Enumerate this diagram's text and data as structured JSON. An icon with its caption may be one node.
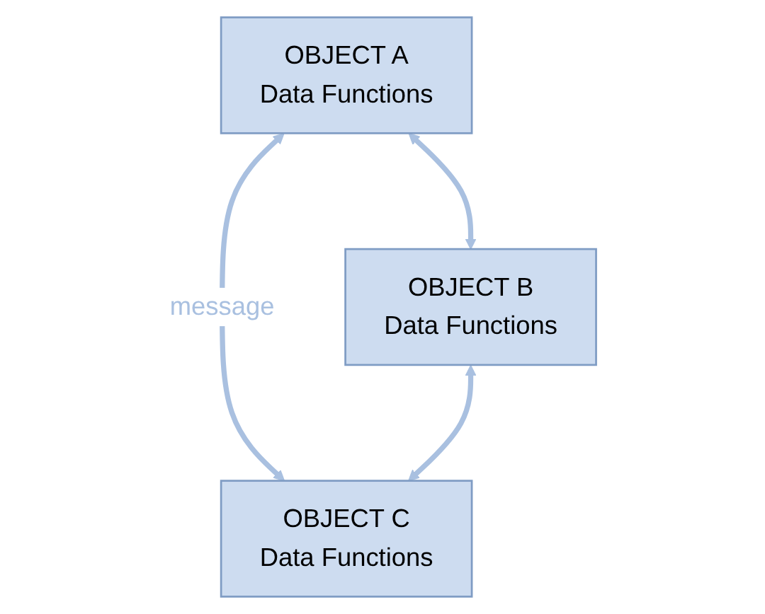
{
  "diagram": {
    "nodes": [
      {
        "text": [
          "OBJECT A",
          "Data Functions"
        ]
      },
      {
        "text": [
          "OBJECT B",
          "Data Functions"
        ]
      },
      {
        "text": [
          "OBJECT C",
          "Data Functions"
        ]
      }
    ],
    "edges": [
      {
        "from": 0,
        "to": 1,
        "arrow": "both"
      },
      {
        "from": 0,
        "to": 2,
        "arrow": "both",
        "label": "message"
      },
      {
        "from": 1,
        "to": 2,
        "arrow": "both"
      }
    ]
  }
}
